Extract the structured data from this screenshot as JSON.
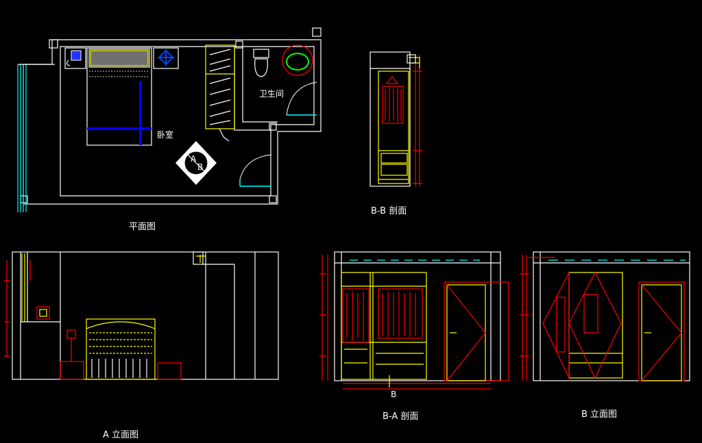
{
  "background": "#000000",
  "colors": {
    "wall": "#ffffff",
    "furniture": "#ffff00",
    "bed": "#0000ff",
    "door": "#00ffff",
    "fixture": "#ff0000",
    "washbasin": "#00ff00",
    "dimension": "#ff0000"
  },
  "room_labels": {
    "bedroom": "卧室",
    "bathroom": "卫生间",
    "section_marker_a": "A",
    "section_marker_b": "B",
    "cut_marker": "B"
  },
  "views": {
    "plan": "平面图",
    "section_bb": "B-B 剖面",
    "elevation_a": "A 立面图",
    "section_ba": "B-A 剖面",
    "elevation_b": "B 立面图"
  },
  "icons": {
    "telephone": "telephone-icon",
    "lamp": "lamp-icon",
    "toilet": "toilet-icon",
    "washbasin": "washbasin-icon"
  }
}
